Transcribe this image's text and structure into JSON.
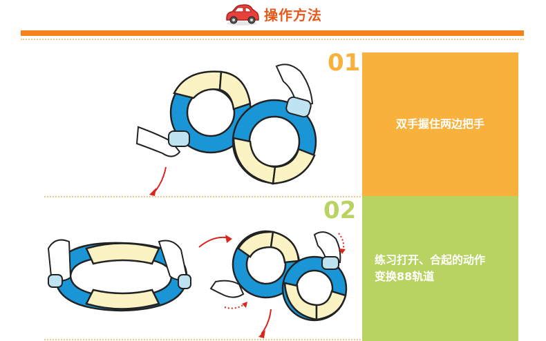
{
  "header": {
    "title": "操作方法",
    "icon": "toy-car-icon",
    "accent_color": "#f5821f"
  },
  "steps": [
    {
      "number": "01",
      "text": "双手握住两边把手",
      "number_color": "#f8b13d",
      "panel_color": "#f8b13d"
    },
    {
      "number": "02",
      "text_line1": "练习打开、合起的动作",
      "text_line2": "变换88轨道",
      "number_color": "#b8d362",
      "panel_color": "#b8d362"
    }
  ],
  "illustration_colors": {
    "blue": "#1a96d7",
    "cream": "#fbf3c4",
    "arrow": "#d9251c"
  }
}
